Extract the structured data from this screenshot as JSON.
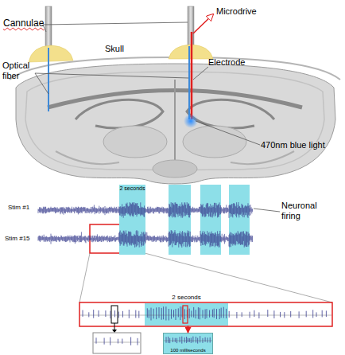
{
  "diagram": {
    "nodes": [
      {
        "text": [
          "2 seconds"
        ]
      },
      {
        "text": [
          "2 seconds"
        ]
      },
      {
        "text": [
          "100 milliseconds"
        ]
      }
    ],
    "edges": [
      {
        "from": 1,
        "to": 2,
        "arrow": "to"
      }
    ],
    "labels": [
      "Cannulae",
      "Microdrive",
      "Skull",
      "Optical fiber",
      "Electrode",
      "470nm blue light",
      "Neuronal firing",
      "Stim #1",
      "Stim #15"
    ]
  }
}
